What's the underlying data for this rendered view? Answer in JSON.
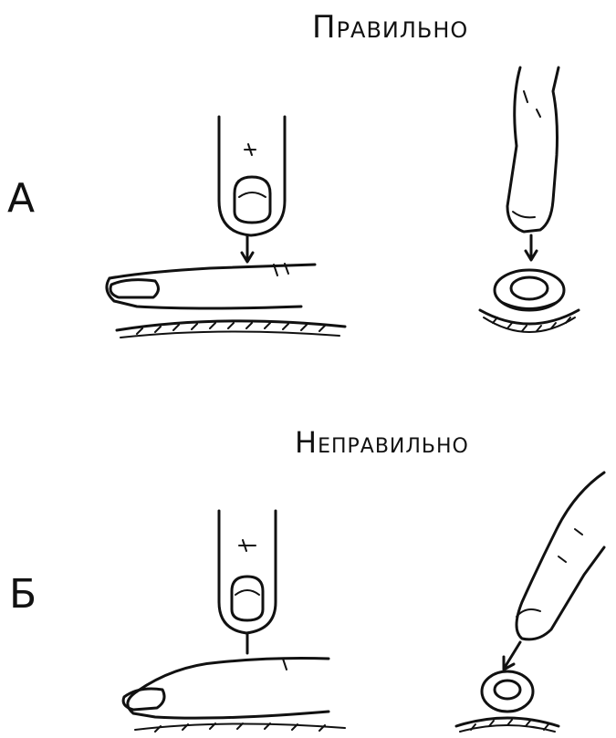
{
  "headings": {
    "correct": "Правильно",
    "incorrect": "Неправильно"
  },
  "row_labels": {
    "a": "А",
    "b": "Б"
  }
}
